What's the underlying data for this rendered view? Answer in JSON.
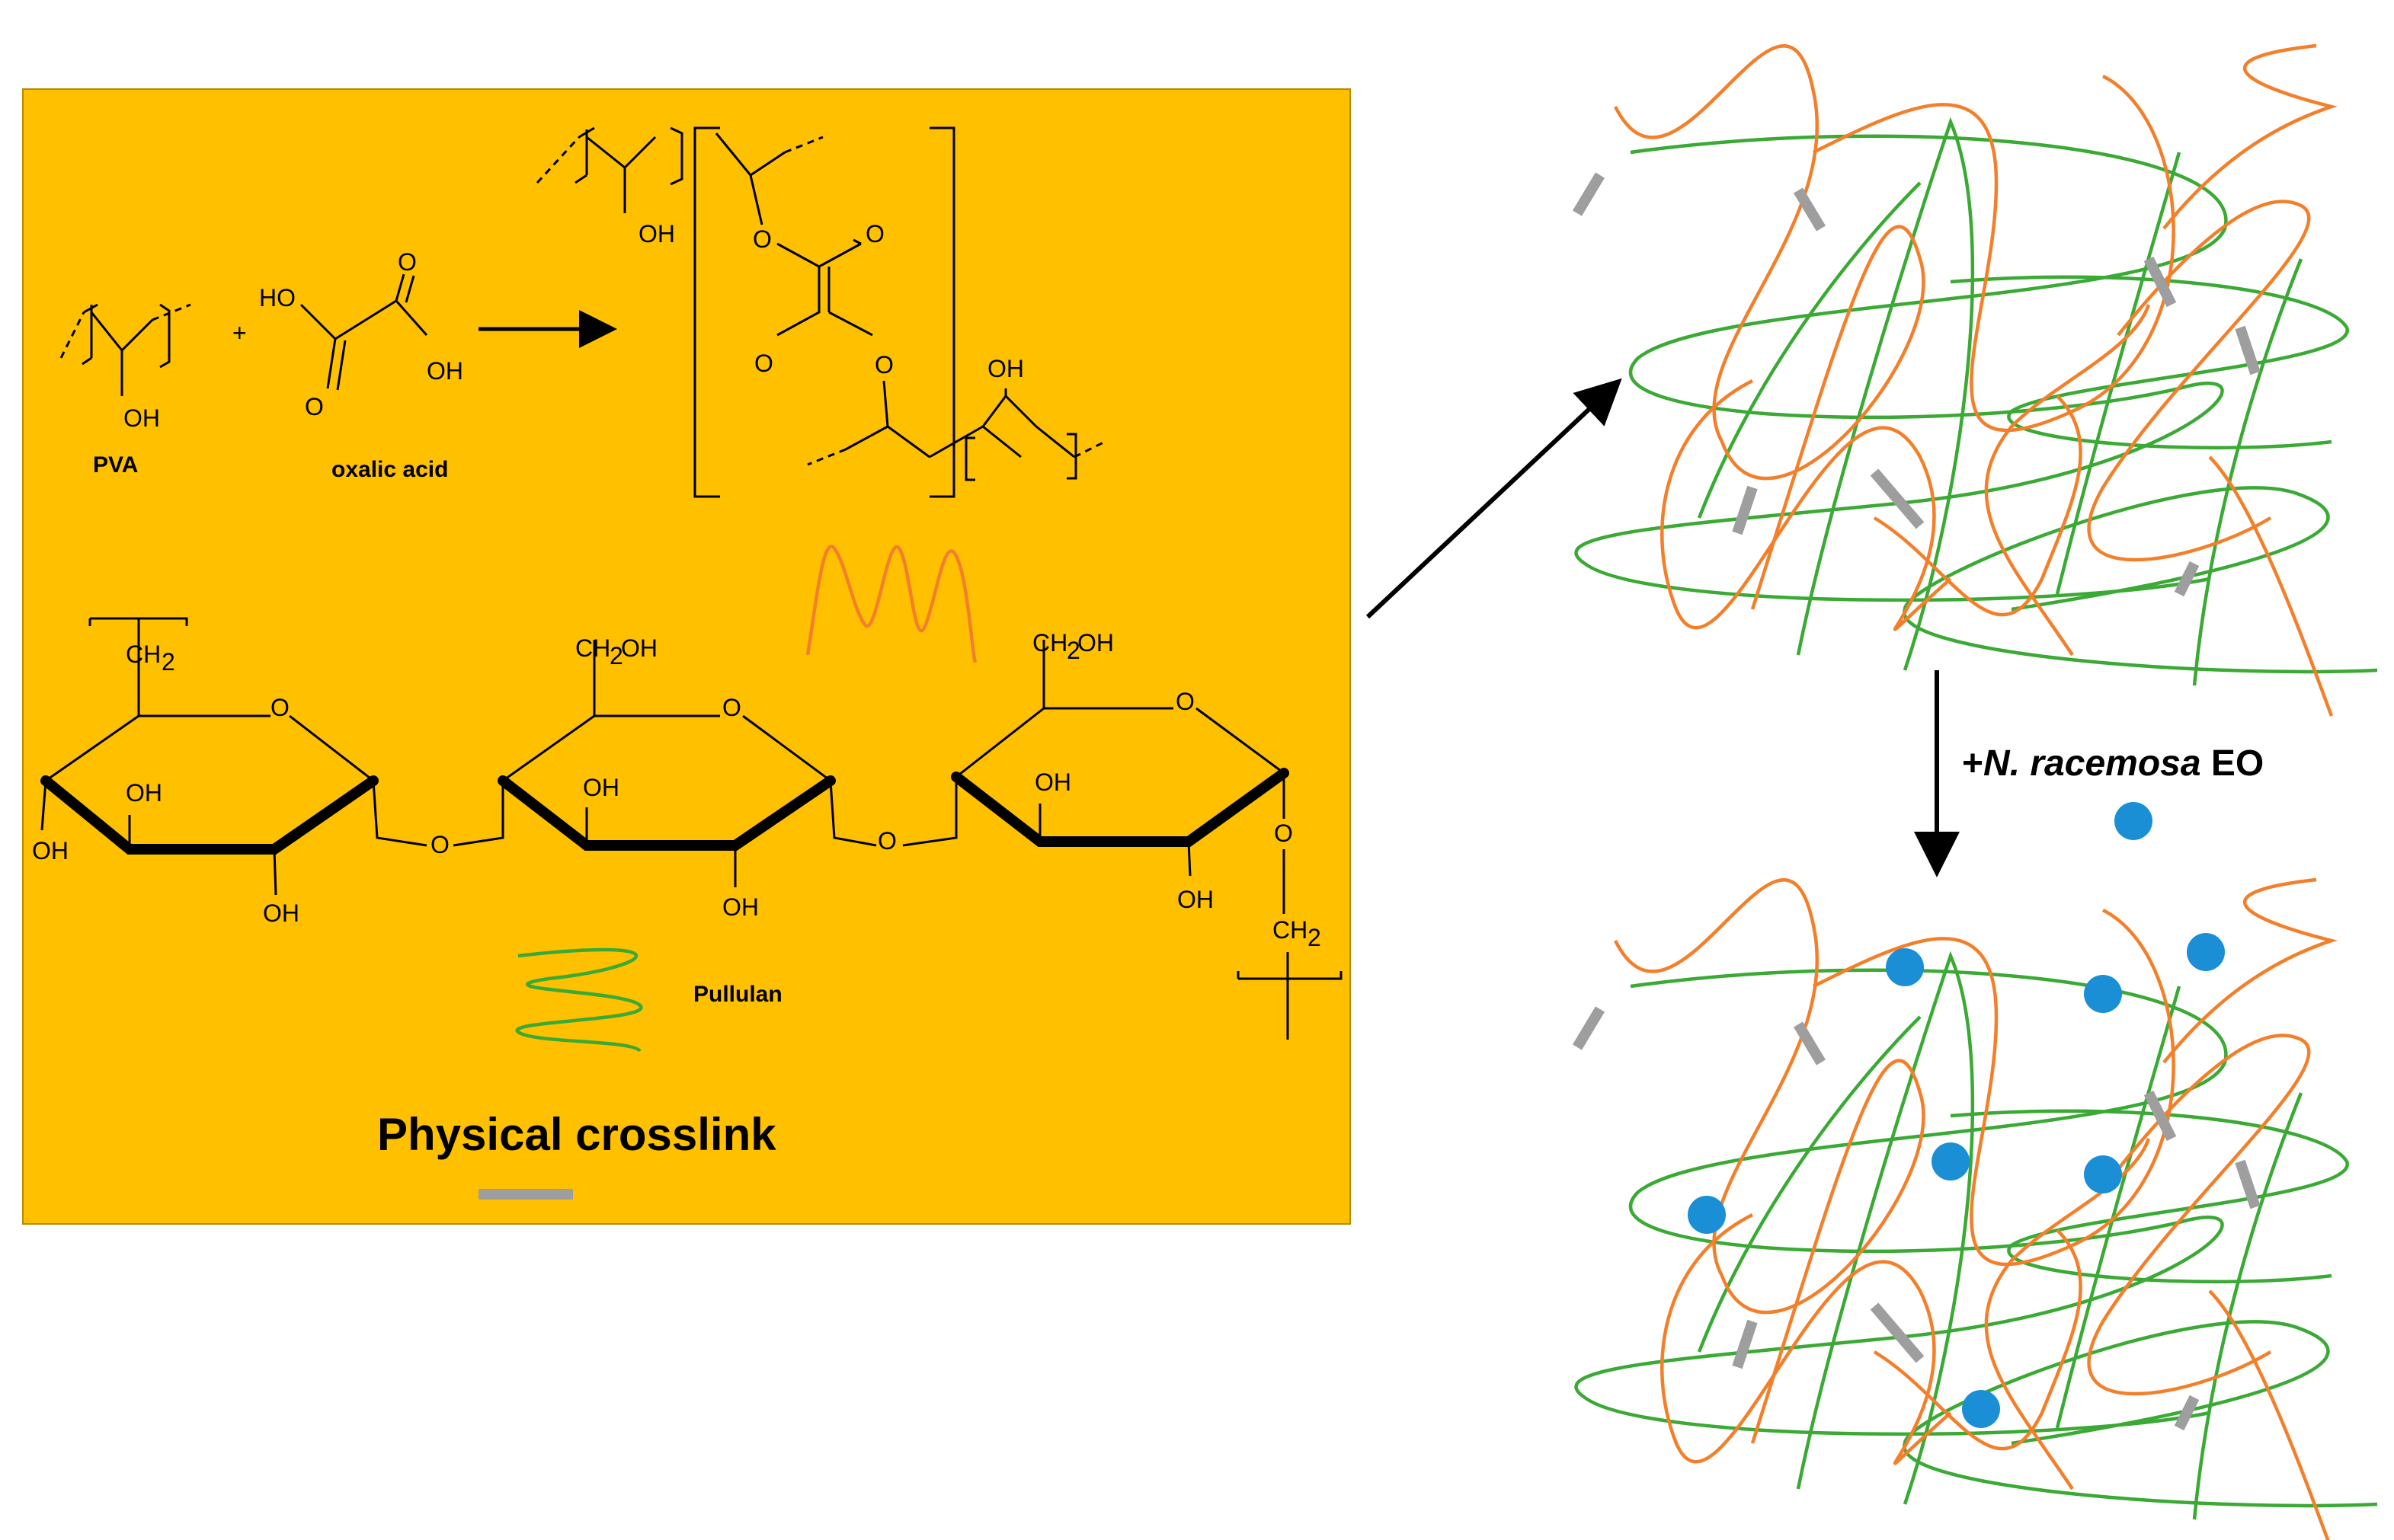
{
  "colors": {
    "panel_bg": "#ffc000",
    "pva_chain": "#f47f2a",
    "pullulan_chain": "#3aaa35",
    "crosslink": "#9e9e9e",
    "essential_oil": "#1b8fd6"
  },
  "labels": {
    "pva": "PVA",
    "oxalic_acid": "oxalic acid",
    "pullulan": "Pullulan",
    "physical_crosslink": "Physical crosslink",
    "eo_prefix": "+",
    "eo_species": "N. racemosa",
    "eo_suffix": " EO"
  },
  "chem_text": {
    "oh": "OH",
    "ho": "HO",
    "o": "O",
    "plus": "+",
    "ch2": "CH",
    "ch2_sub": "2",
    "ch2oh_a": "CH",
    "ch2oh_sub": "2",
    "ch2oh_b": "OH"
  }
}
